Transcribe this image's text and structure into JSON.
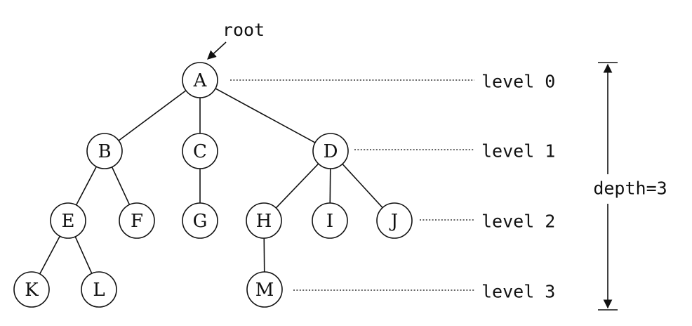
{
  "root_label": "root",
  "depth_label": "depth=3",
  "nodes": [
    {
      "id": "A",
      "label": "A"
    },
    {
      "id": "B",
      "label": "B"
    },
    {
      "id": "C",
      "label": "C"
    },
    {
      "id": "D",
      "label": "D"
    },
    {
      "id": "E",
      "label": "E"
    },
    {
      "id": "F",
      "label": "F"
    },
    {
      "id": "G",
      "label": "G"
    },
    {
      "id": "H",
      "label": "H"
    },
    {
      "id": "I",
      "label": "I"
    },
    {
      "id": "J",
      "label": "J"
    },
    {
      "id": "K",
      "label": "K"
    },
    {
      "id": "L",
      "label": "L"
    },
    {
      "id": "M",
      "label": "M"
    }
  ],
  "edges": [
    {
      "from": "A",
      "to": "B"
    },
    {
      "from": "A",
      "to": "C"
    },
    {
      "from": "A",
      "to": "D"
    },
    {
      "from": "B",
      "to": "E"
    },
    {
      "from": "B",
      "to": "F"
    },
    {
      "from": "C",
      "to": "G"
    },
    {
      "from": "D",
      "to": "H"
    },
    {
      "from": "D",
      "to": "I"
    },
    {
      "from": "D",
      "to": "J"
    },
    {
      "from": "E",
      "to": "K"
    },
    {
      "from": "E",
      "to": "L"
    },
    {
      "from": "H",
      "to": "M"
    }
  ],
  "levels": [
    {
      "label": "level 0"
    },
    {
      "label": "level 1"
    },
    {
      "label": "level 2"
    },
    {
      "label": "level 3"
    }
  ]
}
